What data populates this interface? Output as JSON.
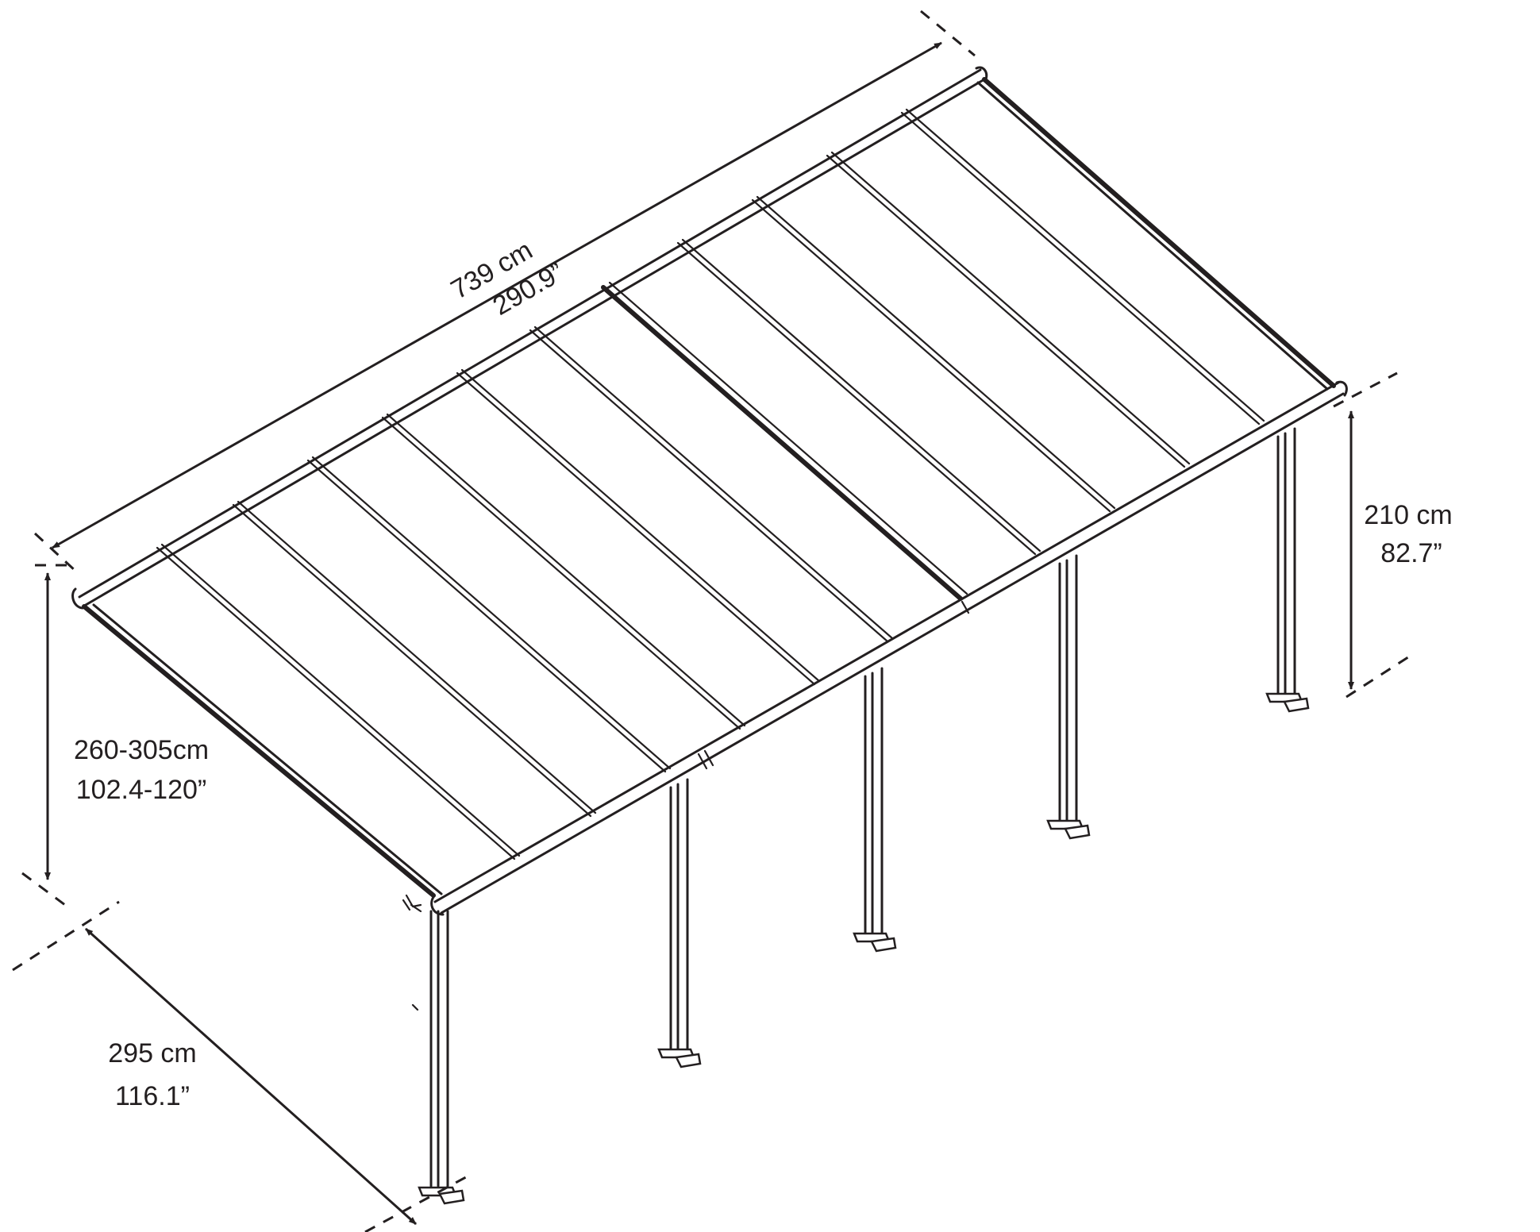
{
  "dimensions": {
    "length": {
      "metric": "739 cm",
      "imperial": "290.9”"
    },
    "front_height": {
      "metric": "210 cm",
      "imperial": "82.7”"
    },
    "back_height": {
      "metric": "260-305cm",
      "imperial": "102.4-120”"
    },
    "depth": {
      "metric": "295 cm",
      "imperial": "116.1”"
    }
  },
  "colors": {
    "line": "#231f20",
    "background": "#ffffff"
  }
}
